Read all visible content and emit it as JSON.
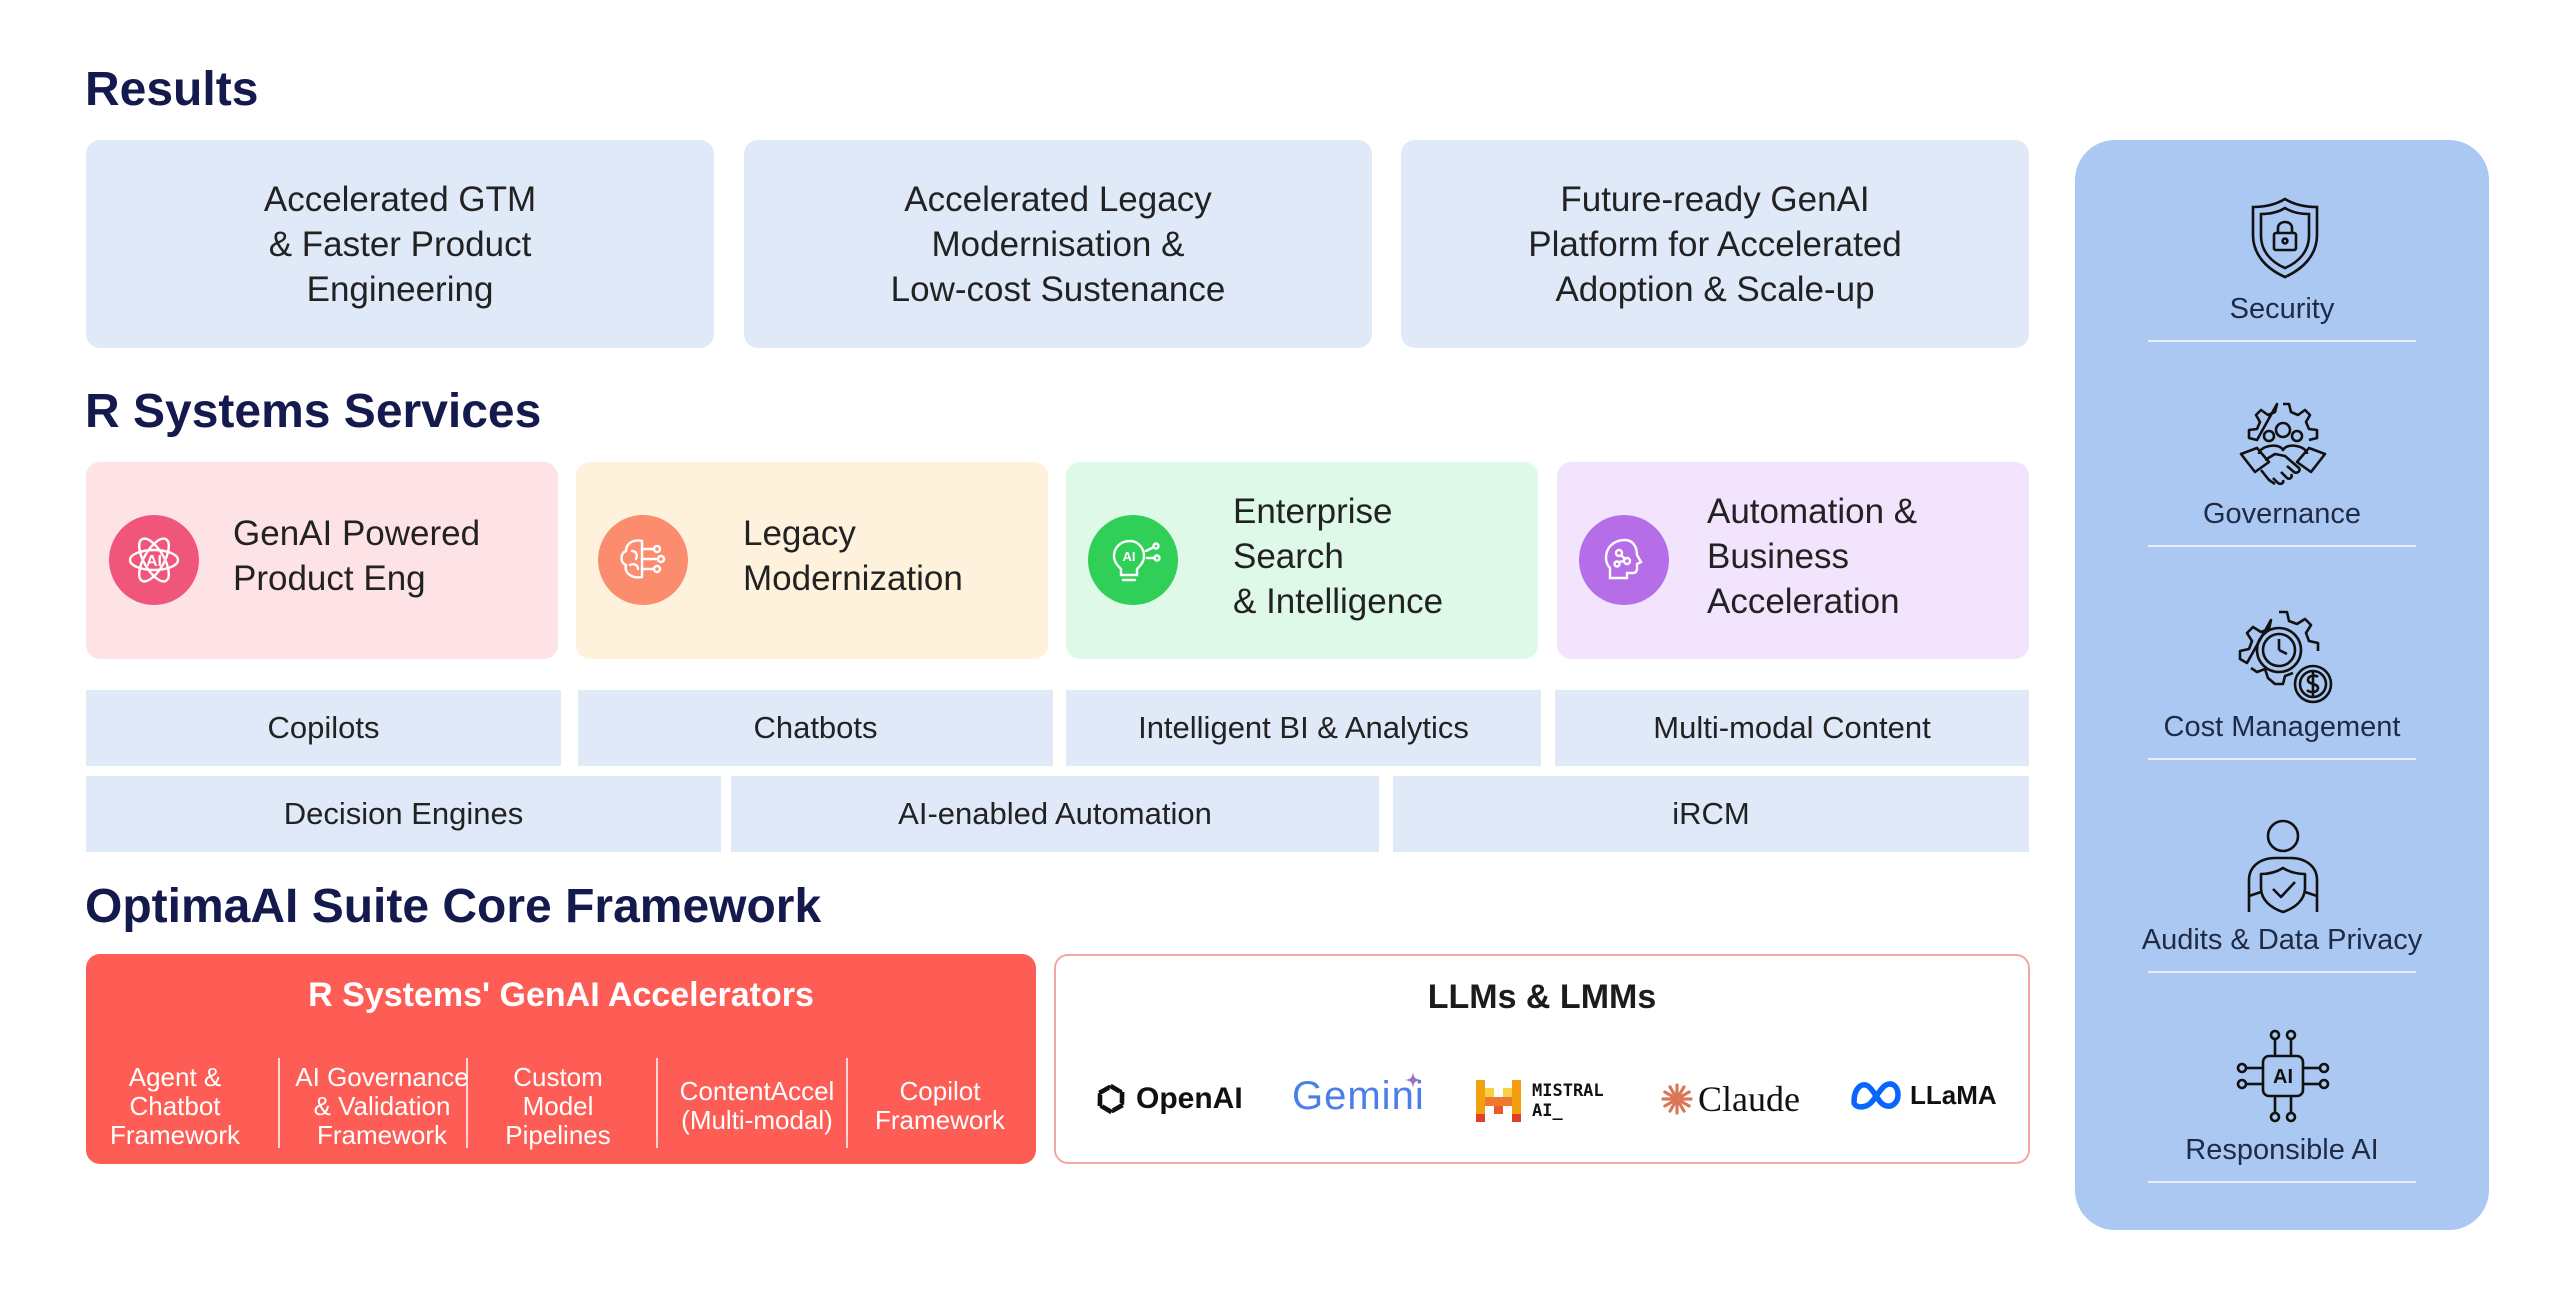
{
  "results": {
    "heading": "Results",
    "items": [
      "Accelerated GTM\n& Faster Product\nEngineering",
      "Accelerated Legacy\nModernisation &\nLow-cost Sustenance",
      "Future-ready GenAI\nPlatform for Accelerated\nAdoption & Scale-up"
    ]
  },
  "services": {
    "heading": "R Systems Services",
    "cards": [
      {
        "label": "GenAI Powered\nProduct Eng",
        "icon": "ai-atom-icon",
        "bg": "#fde3e6",
        "icon_color": "#f0557a"
      },
      {
        "label": "Legacy\nModernization",
        "icon": "brain-circuit-icon",
        "bg": "#fff2dd",
        "icon_color": "#fb8c6e"
      },
      {
        "label": "Enterprise\nSearch\n& Intelligence",
        "icon": "ai-bulb-icon",
        "bg": "#dff9e8",
        "icon_color": "#2fcf58"
      },
      {
        "label": "Automation &\nBusiness\nAcceleration",
        "icon": "robot-head-icon",
        "bg": "#f2e4fc",
        "icon_color": "#b66de8"
      }
    ],
    "row1": [
      "Copilots",
      "Chatbots",
      "Intelligent BI & Analytics",
      "Multi-modal Content"
    ],
    "row2": [
      "Decision Engines",
      "AI-enabled Automation",
      "iRCM"
    ]
  },
  "framework": {
    "heading": "OptimaAI Suite Core Framework",
    "accelerators": {
      "title": "R Systems' GenAI Accelerators",
      "items": [
        "Agent &\nChatbot\nFramework",
        "AI Governance\n& Validation\nFramework",
        "Custom\nModel\nPipelines",
        "ContentAccel\n(Multi-modal)",
        "Copilot\nFramework"
      ]
    },
    "llms": {
      "title": "LLMs & LMMs",
      "logos": {
        "openai": "OpenAI",
        "gemini": "Gemini",
        "mistral_1": "MISTRAL",
        "mistral_2": "AI_",
        "claude": "Claude",
        "llama": "LLaMA"
      }
    }
  },
  "sidebar": {
    "items": [
      {
        "label": "Security",
        "icon": "shield-lock-icon"
      },
      {
        "label": "Governance",
        "icon": "gear-handshake-icon"
      },
      {
        "label": "Cost Management",
        "icon": "gear-clock-dollar-icon"
      },
      {
        "label": "Audits & Data Privacy",
        "icon": "person-shield-icon"
      },
      {
        "label": "Responsible AI",
        "icon": "ai-chip-icon"
      }
    ]
  },
  "colors": {
    "heading": "#141a4d",
    "result_bg": "#dfe9f8",
    "accelerator_bg": "#fe5d55",
    "sidebar_bg": "#abc8f3"
  }
}
